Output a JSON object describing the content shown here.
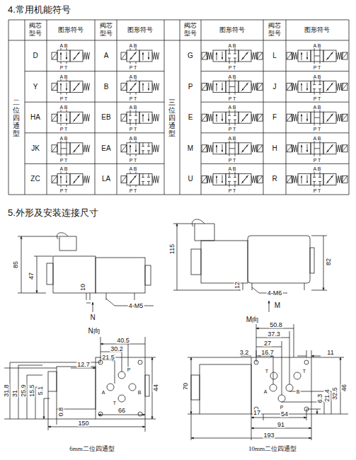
{
  "diagram": {
    "title": "4.常用机能符号",
    "labels": [
      "阀芯 型号",
      "图形符号",
      "阀芯 型号",
      "图形符号",
      "阀芯 型号",
      "图形符号",
      "阀芯 型号",
      "图形符号",
      "二位四通型",
      "三位四通型",
      "D",
      "A B",
      "P T",
      "A",
      "A B",
      "P T",
      "G",
      "A B",
      "P T",
      "L",
      "A B",
      "P T",
      "Y",
      "A B",
      "P T",
      "B",
      "A B",
      "P T",
      "P",
      "A B",
      "P T",
      "J",
      "A B",
      "P T",
      "HA",
      "A B",
      "P T",
      "EB",
      "A B",
      "P T",
      "E",
      "A B",
      "P T",
      "F",
      "A B",
      "P T",
      "JK",
      "A B",
      "P T",
      "EA",
      "A B",
      "P T",
      "M",
      "A B",
      "P T",
      "H",
      "A B",
      "P T",
      "ZC",
      "A B",
      "P T",
      "LA",
      "A B",
      "P T",
      "U",
      "A B",
      "P T",
      "R",
      "A B",
      "P T",
      "5.外形及安装连接尺寸",
      "85",
      "47",
      "10",
      "4-M5",
      "N",
      "N向",
      "40.5",
      "30.2",
      "21.5",
      "12.7",
      "31.8",
      "31",
      "25.9",
      "15.5",
      "5.1",
      "P",
      "A",
      "B",
      "T",
      "44",
      "0.8",
      "66",
      "150",
      "6mm二位四通型",
      "115",
      "82",
      "12",
      "4-M6",
      "M",
      "M向",
      "50.8",
      "37.3",
      "27",
      "16.7",
      "3.2",
      "11",
      "T",
      "T",
      "A",
      "B",
      "P",
      "70",
      "6.3",
      "21.4",
      "32.5",
      "46",
      "17",
      "54",
      "91",
      "193",
      "10mm二位四通型"
    ]
  }
}
